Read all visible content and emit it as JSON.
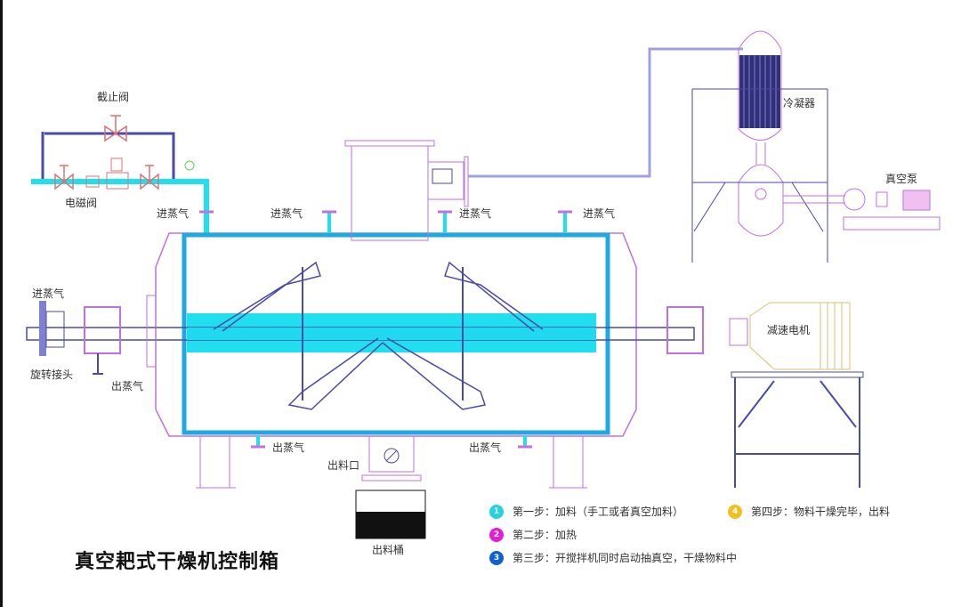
{
  "title": "真空耙式干燥机控制箱",
  "labels": {
    "shutoff_valve": "截止阀",
    "solenoid_valve": "电磁阀",
    "steam_in": "进蒸气",
    "steam_out": "出蒸气",
    "rotary_joint": "旋转接头",
    "condenser": "冷凝器",
    "vacuum_pump": "真空泵",
    "gear_motor": "减速电机",
    "discharge_port": "出料口",
    "discharge_bucket": "出料桶"
  },
  "steps": [
    {
      "number": "1",
      "text": "第一步：加料（手工或者真空加料）",
      "color": "#22d3e0"
    },
    {
      "number": "2",
      "text": "第二步：加热",
      "color": "#e020d8"
    },
    {
      "number": "3",
      "text": "第三步：开搅拌机同时启动抽真空，干燥物料中",
      "color": "#1060d0"
    },
    {
      "number": "4",
      "text": "第四步：物料干燥完毕，出料",
      "color": "#f0c020"
    }
  ],
  "colors": {
    "steam": "#20e0f0",
    "outline": "#c070e0",
    "frame": "#4a4aa8",
    "valve": "#e07070",
    "motor": "#d8c070"
  }
}
